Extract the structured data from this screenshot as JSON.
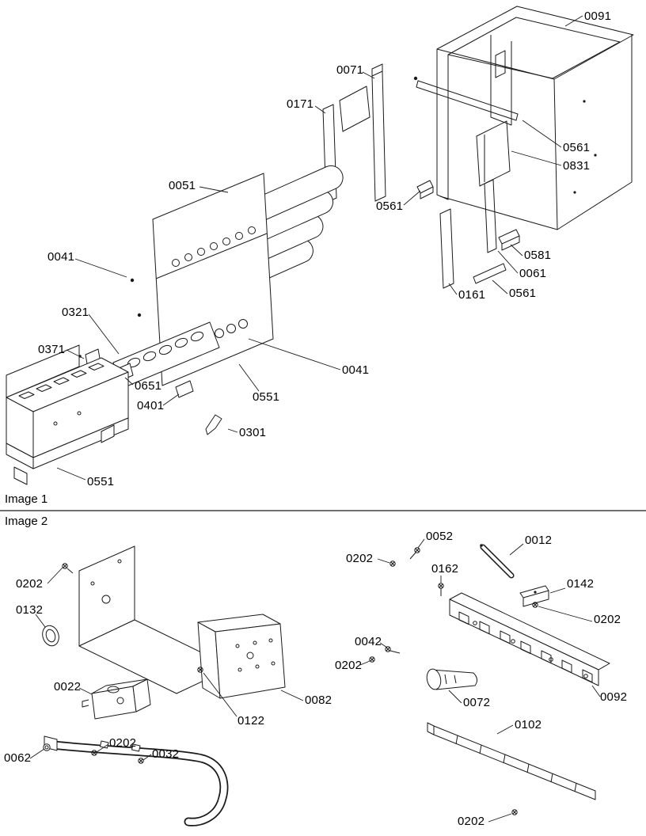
{
  "page": {
    "background": "#ffffff",
    "line_color": "#1a1a1a",
    "text_color": "#000000"
  },
  "sections": [
    {
      "label": "Image 1",
      "callouts": [
        "0091",
        "0071",
        "0171",
        "0561",
        "0831",
        "0051",
        "0561",
        "0041",
        "0581",
        "0061",
        "0161",
        "0561",
        "0321",
        "0371",
        "0041",
        "0651",
        "0551",
        "0401",
        "0301",
        "0551"
      ]
    },
    {
      "label": "Image 2",
      "callouts": [
        "0052",
        "0012",
        "0202",
        "0162",
        "0142",
        "0202",
        "0132",
        "0202",
        "0042",
        "0202",
        "0022",
        "0082",
        "0072",
        "0092",
        "0122",
        "0102",
        "0202",
        "0062",
        "0032",
        "0202"
      ]
    }
  ]
}
